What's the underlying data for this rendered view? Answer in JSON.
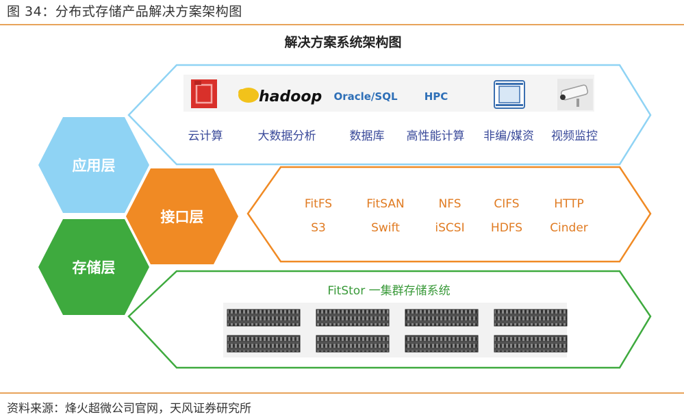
{
  "figure": {
    "caption": "图 34：分布式存储产品解决方案架构图",
    "source": "资料来源：烽火超微公司官网，天风证券研究所"
  },
  "diagram": {
    "title": "解决方案系统架构图",
    "layers": {
      "application": {
        "label": "应用层",
        "color": "#8fd3f4",
        "items": [
          {
            "label": "云计算",
            "icon": "cloud-block-icon"
          },
          {
            "label": "大数据分析",
            "icon": "hadoop-logo",
            "logo_text": "hadoop"
          },
          {
            "label": "数据库",
            "icon": "oracle-sql-logo",
            "logo_text": "Oracle/SQL"
          },
          {
            "label": "高性能计算",
            "icon": "hpc-logo",
            "logo_text": "HPC"
          },
          {
            "label": "非编/媒资",
            "icon": "film-strip-icon"
          },
          {
            "label": "视频监控",
            "icon": "security-camera-icon"
          }
        ]
      },
      "interface": {
        "label": "接口层",
        "color": "#f08a24",
        "protocols_row1": [
          "FitFS",
          "FitSAN",
          "NFS",
          "CIFS",
          "HTTP"
        ],
        "protocols_row2": [
          "S3",
          "Swift",
          "iSCSI",
          "HDFS",
          "Cinder"
        ]
      },
      "storage": {
        "label": "存储层",
        "color": "#3eaa3e",
        "system_label": "FitStor  一集群存储系统",
        "server_icon": "rack-server-icon"
      }
    }
  }
}
